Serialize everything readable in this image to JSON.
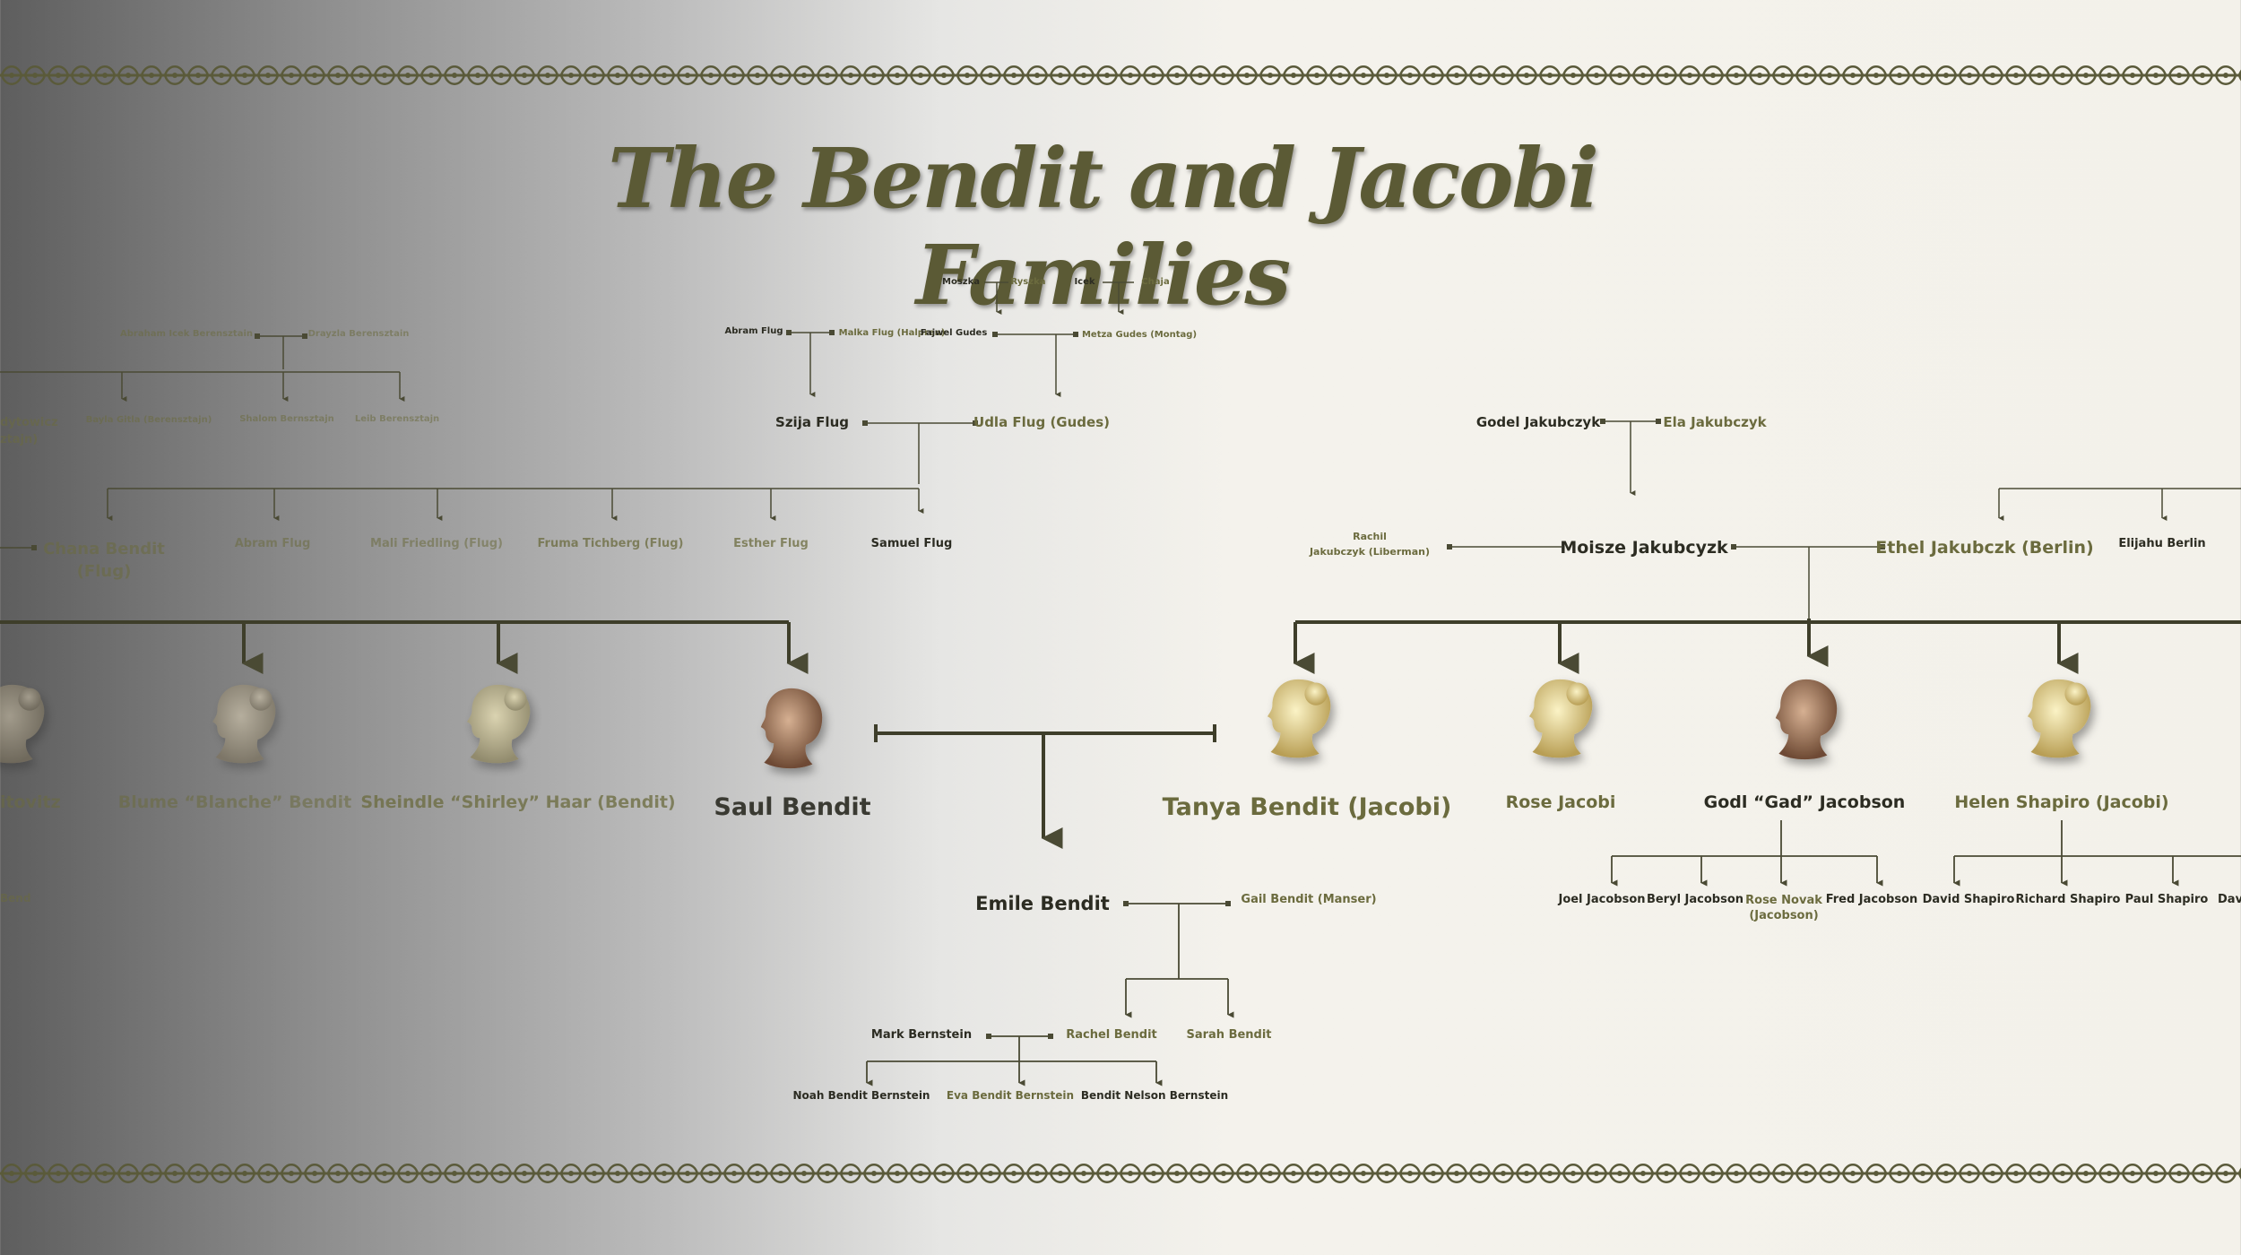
{
  "title": "The Bendit and Jacobi Families",
  "colors": {
    "line": "#4a4a34",
    "olive": "#6b6b3e",
    "text": "#2c2c22"
  },
  "people": {
    "moszka": "Moszka",
    "ryszka": "Ryszka",
    "icek": "Icek",
    "chaja": "Chaja",
    "abraham": "Abraham Icek Berensztain",
    "drayzla": "Drayzla Berensztain",
    "abram_flug_sr": "Abram Flug",
    "malka": "Malka Flug (Halpren)",
    "fajwel": "Fajwel Gudes",
    "metza": "Metza Gudes (Montag)",
    "sztajn_top": "dytowicz",
    "sztajn_bottom": "ztajn)",
    "bayla": "Bayla Gitla (Berensztajn)",
    "shalom": "Shalom Bernsztajn",
    "leib": "Leib Berensztajn",
    "szija": "Szija Flug",
    "udla": "Udla Flug (Gudes)",
    "godel": "Godel Jakubczyk",
    "ela": "Ela Jakubczyk",
    "chana_1": "Chana Bendit",
    "chana_2": "(Flug)",
    "abram_flug": "Abram Flug",
    "mali": "Mali Friedling (Flug)",
    "fruma": "Fruma Tichberg (Flug)",
    "esther": "Esther Flug",
    "samuel": "Samuel Flug",
    "rachil_1": "Rachil",
    "rachil_2": "Jakubczyk (Liberman)",
    "moisze": "Moisze Jakubcyzk",
    "ethel": "Ethel Jakubczk (Berlin)",
    "elijahu": "Elijahu Berlin",
    "ditovitz": "ditovitz",
    "blume": "Blume “Blanche” Bendit",
    "sheindle": "Sheindle “Shirley” Haar (Bendit)",
    "saul": "Saul Bendit",
    "tanya": "Tanya Bendit (Jacobi)",
    "rose": "Rose Jacobi",
    "godl": "Godl “Gad” Jacobson",
    "helen": "Helen Shapiro (Jacobi)",
    "bend": "Bend",
    "joel": "Joel Jacobson",
    "beryl": "Beryl Jacobson",
    "rose_novak_1": "Rose Novak",
    "rose_novak_2": "(Jacobson)",
    "fred": "Fred Jacobson",
    "david": "David Shapiro",
    "richard": "Richard Shapiro",
    "paul": "Paul Shapiro",
    "dav": "Dav",
    "emile": "Emile Bendit",
    "gail": "Gail Bendit (Manser)",
    "mark": "Mark Bernstein",
    "rachel": "Rachel Bendit",
    "sarah": "Sarah Bendit",
    "noah": "Noah Bendit Bernstein",
    "eva": "Eva Bendit Bernstein",
    "bendit_nelson": "Bendit Nelson Bernstein"
  },
  "portraits": [
    {
      "name": "partial-portrait-left",
      "gender": "female",
      "tone": "taupe"
    },
    {
      "name": "portrait-blume",
      "gender": "female",
      "tone": "taupe"
    },
    {
      "name": "portrait-sheindle",
      "gender": "female",
      "tone": "olive"
    },
    {
      "name": "portrait-saul",
      "gender": "male",
      "tone": "brown"
    },
    {
      "name": "portrait-tanya",
      "gender": "female",
      "tone": "gold"
    },
    {
      "name": "portrait-rose",
      "gender": "female",
      "tone": "gold"
    },
    {
      "name": "portrait-godl",
      "gender": "male",
      "tone": "brown"
    },
    {
      "name": "portrait-helen",
      "gender": "female",
      "tone": "gold"
    }
  ]
}
